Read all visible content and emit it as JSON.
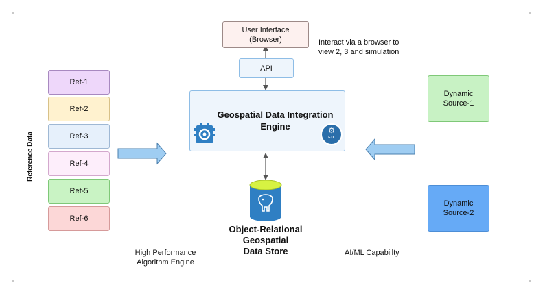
{
  "ui_box": {
    "line1": "User Interface",
    "line2": "(Browser)"
  },
  "ui_note": {
    "line1": "Interact via a browser to",
    "line2": "view 2, 3 and simulation"
  },
  "api_label": "API",
  "engine": {
    "line1": "Geospatial Data Integration",
    "line2": "Engine",
    "etl_text": "ETL"
  },
  "reference_label": "Reference Data",
  "refs": [
    "Ref-1",
    "Ref-2",
    "Ref-3",
    "Ref-4",
    "Ref-5",
    "Ref-6"
  ],
  "dynamic1": {
    "line1": "Dynamic",
    "line2": "Source-1"
  },
  "dynamic2": {
    "line1": "Dynamic",
    "line2": "Source-2"
  },
  "store": {
    "line1": "Object-Relational",
    "line2": "Geospatial",
    "line3": "Data Store"
  },
  "hpa": {
    "line1": "High Performance",
    "line2": "Algorithm Engine"
  },
  "aiml": "AI/ML Capabiilty",
  "colors": {
    "ref_fills": [
      "#eed7fa",
      "#fff2cf",
      "#e6f0fb",
      "#fdeefb",
      "#c9f3c4",
      "#fcd7d7"
    ],
    "ref_borders": [
      "#a889c0",
      "#d8c188",
      "#9fb8d4",
      "#d3a8cd",
      "#7fc878",
      "#d69a9a"
    ],
    "engine_fill": "#eef5fc",
    "engine_border": "#8ebde6",
    "dynamic1_fill": "#c8f2c4",
    "dynamic2_fill": "#66aaf6",
    "arrow_fill": "#9fcdf2",
    "db_blue": "#2f7fc3",
    "db_green": "#d7f242"
  }
}
